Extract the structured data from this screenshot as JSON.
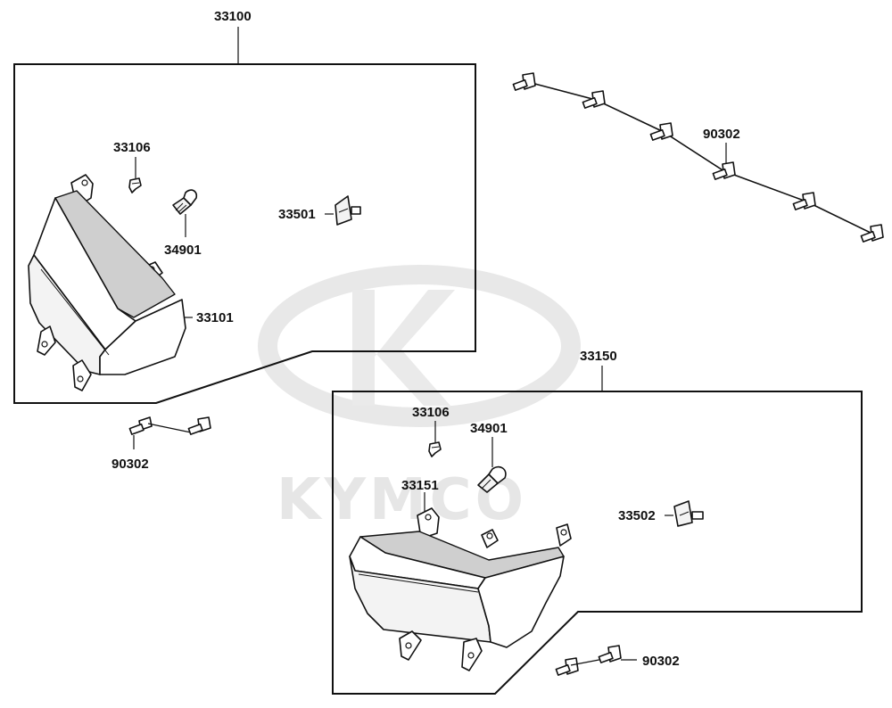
{
  "watermark": {
    "brand": "KYMCO"
  },
  "assemblies": {
    "rear": {
      "assembly": "33100",
      "socket_clip": "33106",
      "bulb": "34901",
      "reflector": "33501",
      "housing": "33101",
      "screws": "90302"
    },
    "front": {
      "assembly": "33150",
      "socket_clip": "33106",
      "bulb": "34901",
      "lens": "33151",
      "reflector": "33502",
      "screws": "90302"
    },
    "screw_set": "90302"
  }
}
